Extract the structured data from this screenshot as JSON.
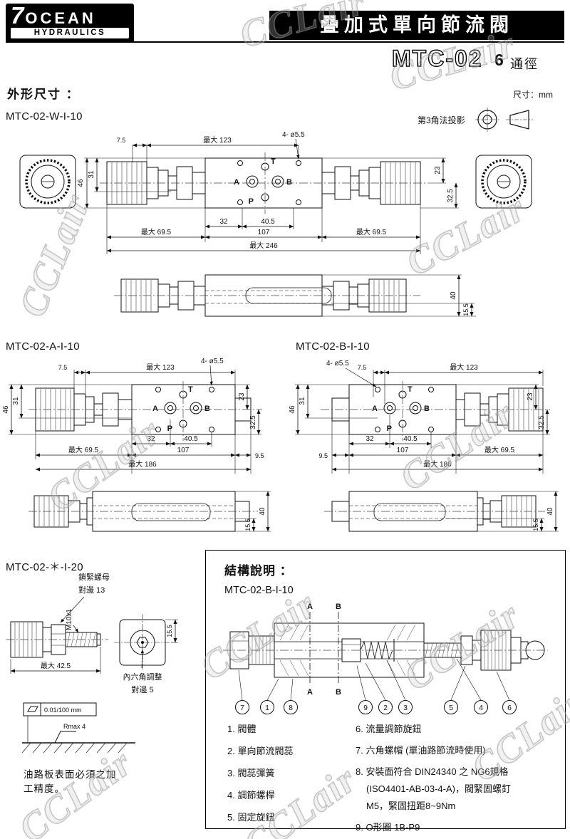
{
  "watermark": {
    "text": "CCLair"
  },
  "header": {
    "logo_seven": "7",
    "logo_ocean": "OCEAN",
    "logo_sub": "HYDRAULICS",
    "title": "疊加式單向節流閥",
    "model": "MTC-02",
    "size": "6",
    "size_unit": "通徑"
  },
  "labels": {
    "outline": "外形尺寸 ：",
    "unit": "尺寸：mm",
    "projection": "第3角法投影"
  },
  "ports": {
    "a": "A",
    "b": "B",
    "t": "T",
    "p": "P"
  },
  "dims": {
    "max123": "最大 123",
    "d75": "7.5",
    "hole4": "4- ø5.5",
    "d46": "46",
    "d31": "31",
    "d23": "23",
    "d325": "32.5",
    "d32": "32",
    "d405": "40.5",
    "d107": "107",
    "max695": "最大 69.5",
    "max246": "最大 246",
    "max186": "最大 186",
    "d95": "9.5",
    "d40": "40",
    "d155": "15.5"
  },
  "drawings": {
    "w_title": "MTC-02-W-I-10",
    "a_title": "MTC-02-A-I-10",
    "b_title": "MTC-02-B-I-10",
    "star_title": "MTC-02-＊-I-20"
  },
  "star": {
    "lock_nut": "鎖緊螺母",
    "flats13": "對邊 13",
    "thread": "M10x1",
    "max425": "最大 42.5",
    "d155": "15.5",
    "hex_adjust": "內六角調整",
    "flats5": "對邊 5"
  },
  "surface": {
    "flatness": "0.01/100 mm",
    "rmax": "Rmax 4",
    "note1": "油路板表面必須之加",
    "note2": "工精度。"
  },
  "structure": {
    "title": "結構說明 ：",
    "model": "MTC-02-B-I-10",
    "section_a": "A",
    "section_b": "B",
    "balloons": [
      "7",
      "1",
      "8",
      "9",
      "2",
      "3",
      "5",
      "4",
      "6"
    ],
    "parts_left": [
      "1. 閥體",
      "2. 單向節流閥蕊",
      "3. 閥蕊彈簧",
      "4. 調節螺桿",
      "5. 固定旋鈕"
    ],
    "parts_right": [
      "6. 流量調節旋鈕",
      "7. 六角螺帽 (單油路節流時使用)",
      "8. 安裝面符合 DIN24340 之 NG6規格",
      "(ISO4401-AB-03-4-A)，閥緊固螺釘",
      "M5，緊固扭距8~9Nm",
      "9. O形圈 1B-P9"
    ]
  }
}
